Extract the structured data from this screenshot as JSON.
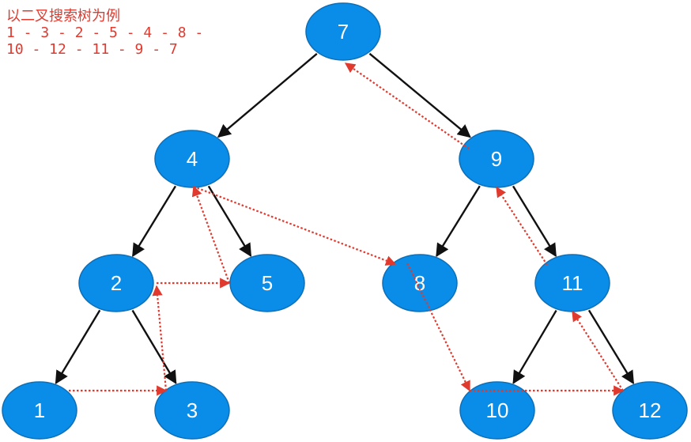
{
  "caption": {
    "title": "以二叉搜索树为例",
    "line1": "1 - 3 - 2 - 5 - 4 - 8 -",
    "line2": "10 - 12 - 11 - 9 - 7"
  },
  "colors": {
    "node_fill": "#0a8de8",
    "node_stroke": "#0d6fb8",
    "tree_edge": "#111111",
    "traversal": "#e03a2f"
  },
  "nodes": [
    {
      "id": "7",
      "label": "7"
    },
    {
      "id": "4",
      "label": "4"
    },
    {
      "id": "9",
      "label": "9"
    },
    {
      "id": "2",
      "label": "2"
    },
    {
      "id": "5",
      "label": "5"
    },
    {
      "id": "8",
      "label": "8"
    },
    {
      "id": "11",
      "label": "11"
    },
    {
      "id": "1",
      "label": "1"
    },
    {
      "id": "3",
      "label": "3"
    },
    {
      "id": "10",
      "label": "10"
    },
    {
      "id": "12",
      "label": "12"
    }
  ],
  "tree_edges": [
    [
      "7",
      "4"
    ],
    [
      "7",
      "9"
    ],
    [
      "4",
      "2"
    ],
    [
      "4",
      "5"
    ],
    [
      "9",
      "8"
    ],
    [
      "9",
      "11"
    ],
    [
      "2",
      "1"
    ],
    [
      "2",
      "3"
    ],
    [
      "11",
      "10"
    ],
    [
      "11",
      "12"
    ]
  ],
  "traversal_order": [
    "1",
    "3",
    "2",
    "5",
    "4",
    "8",
    "10",
    "12",
    "11",
    "9",
    "7"
  ]
}
